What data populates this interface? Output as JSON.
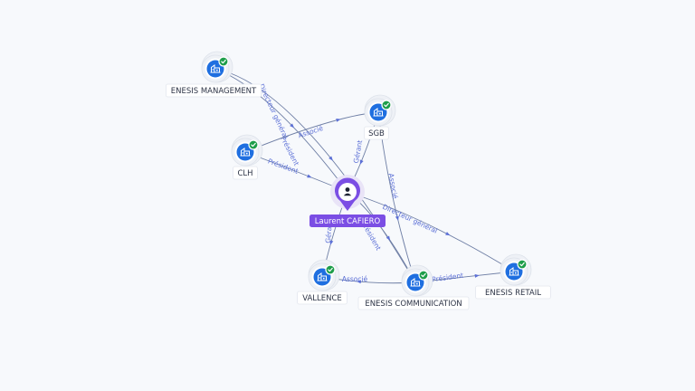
{
  "nodes": [
    {
      "id": "enesis-management",
      "label": "ENESIS MANAGEMENT",
      "type": "company",
      "verified": true,
      "icon": "building-icon"
    },
    {
      "id": "sgb",
      "label": "SGB",
      "type": "company",
      "verified": true,
      "icon": "building-icon"
    },
    {
      "id": "clh",
      "label": "CLH",
      "type": "company",
      "verified": true,
      "icon": "building-icon"
    },
    {
      "id": "laurent-cafiero",
      "label": "Laurent CAFIERO",
      "type": "person",
      "verified": false,
      "icon": "person-icon"
    },
    {
      "id": "vallence",
      "label": "VALLENCE",
      "type": "company",
      "verified": true,
      "icon": "building-icon"
    },
    {
      "id": "enesis-communication",
      "label": "ENESIS COMMUNICATION",
      "type": "company",
      "verified": true,
      "icon": "building-icon"
    },
    {
      "id": "enesis-retail",
      "label": "ENESIS RETAIL",
      "type": "company",
      "verified": true,
      "icon": "building-icon"
    }
  ],
  "edges": [
    {
      "id": "e1",
      "from": "enesis-management",
      "to": "laurent-cafiero",
      "label": "Président"
    },
    {
      "id": "e2",
      "from": "enesis-management",
      "to": "enesis-communication",
      "label": "Directeur général"
    },
    {
      "id": "e3",
      "from": "clh",
      "to": "sgb",
      "label": "Associé"
    },
    {
      "id": "e4",
      "from": "clh",
      "to": "laurent-cafiero",
      "label": "Président"
    },
    {
      "id": "e5",
      "from": "sgb",
      "to": "laurent-cafiero",
      "label": "Gérant"
    },
    {
      "id": "e6",
      "from": "sgb",
      "to": "enesis-communication",
      "label": "Associé"
    },
    {
      "id": "e7",
      "from": "laurent-cafiero",
      "to": "enesis-retail",
      "label": "Directeur général"
    },
    {
      "id": "e8",
      "from": "laurent-cafiero",
      "to": "enesis-communication",
      "label": "Président"
    },
    {
      "id": "e9",
      "from": "laurent-cafiero",
      "to": "vallence",
      "label": "Gérant"
    },
    {
      "id": "e10",
      "from": "enesis-communication",
      "to": "vallence",
      "label": "Associé"
    },
    {
      "id": "e11",
      "from": "enesis-communication",
      "to": "enesis-retail",
      "label": "Président"
    }
  ],
  "colors": {
    "company_node": "#1f6fe0",
    "verified_badge": "#1e9e4a",
    "person_node": "#7b4ee4",
    "edge_label": "#5b6fd6",
    "edge_line": "#6f7fa5"
  }
}
